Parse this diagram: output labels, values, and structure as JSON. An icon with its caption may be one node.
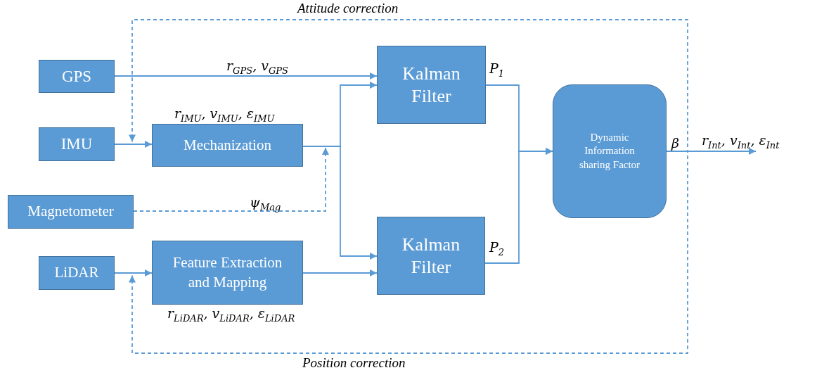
{
  "diagram": {
    "nodes": [
      {
        "text": [
          "GPS"
        ]
      },
      {
        "text": [
          "IMU"
        ]
      },
      {
        "text": [
          "Mechanization"
        ],
        "beside": [
          "r$_{IMU}$, v$_{IMU}$, ε$_{IMU}$"
        ]
      },
      {
        "text": [
          "Magnetometer"
        ]
      },
      {
        "text": [
          "LiDAR"
        ]
      },
      {
        "text": [
          "Feature Extraction and Mapping"
        ],
        "beside": [
          "r$_{LiDAR}$, v$_{LiDAR}$, ε$_{LiDAR}$"
        ]
      },
      {
        "text": [
          "Kalman Filter"
        ]
      },
      {
        "text": [
          "Kalman Filter"
        ]
      },
      {
        "text": [
          "Dynamic Information sharing Factor"
        ],
        "beside": [
          "β"
        ]
      }
    ],
    "edges": [
      {
        "from": 0,
        "to": 6,
        "arrow": "to",
        "label": "r$_{GPS}$, v$_{GPS}$"
      },
      {
        "from": 1,
        "to": 2,
        "arrow": "to"
      },
      {
        "from": 2,
        "to": 6,
        "arrow": "to"
      },
      {
        "from": 2,
        "to": 7,
        "arrow": "to"
      },
      {
        "from": 3,
        "to": null,
        "arrow": "to",
        "label": "ψ$_{Mag}$",
        "style": "dashed"
      },
      {
        "from": 4,
        "to": 5,
        "arrow": "to"
      },
      {
        "from": 5,
        "to": 7,
        "arrow": "to"
      },
      {
        "from": 6,
        "to": 8,
        "arrow": "to",
        "label": "P$_{1}$"
      },
      {
        "from": 7,
        "to": 8,
        "arrow": "to",
        "label": "P$_{2}$"
      },
      {
        "from": 8,
        "to": null,
        "arrow": "to",
        "label": "r$_{Int}$, v$_{Int}$, ε$_{Int}$"
      },
      {
        "from": 8,
        "to": 2,
        "arrow": "to",
        "label": "Attitude correction",
        "style": "dashed"
      },
      {
        "from": 8,
        "to": 5,
        "arrow": "to",
        "label": "Position correction",
        "style": "dashed"
      }
    ]
  }
}
